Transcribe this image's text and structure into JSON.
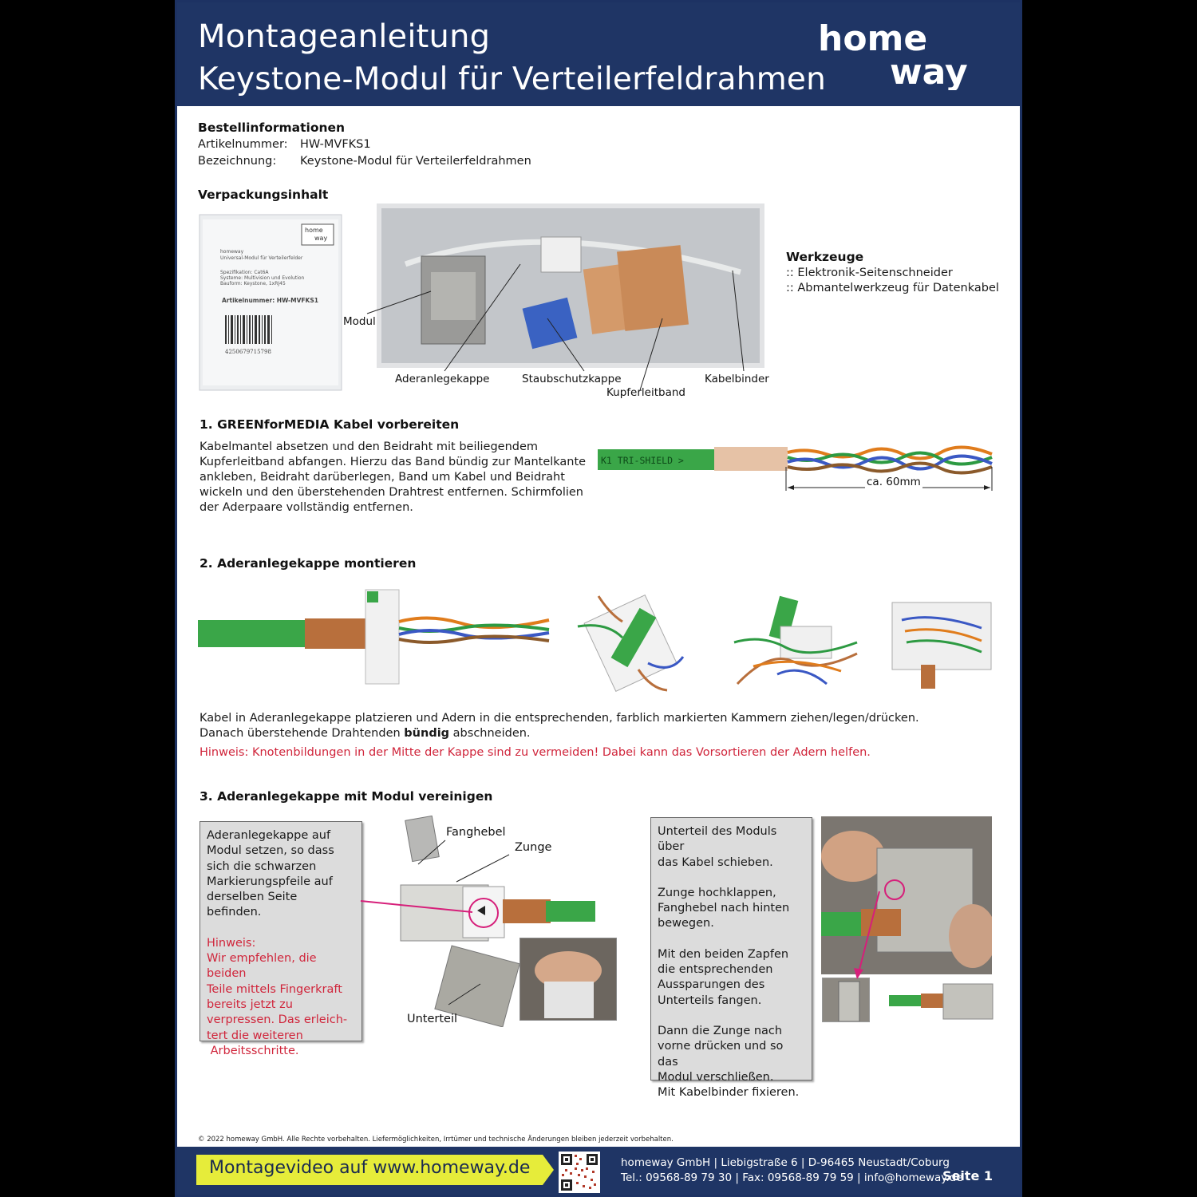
{
  "header": {
    "title_line1": "Montageanleitung",
    "title_line2": "Keystone-Modul für Verteilerfeldrahmen",
    "logo_text_top": "home",
    "logo_text_bottom": "way"
  },
  "order": {
    "heading": "Bestellinformationen",
    "article_label": "Artikelnummer:",
    "article_value": "HW-MVFKS1",
    "designation_label": "Bezeichnung:",
    "designation_value": "Keystone-Modul für Verteilerfeldrahmen"
  },
  "package": {
    "heading": "Verpackungsinhalt",
    "bag": {
      "logo_top": "home",
      "logo_bottom": "way",
      "line1": "homeway",
      "line2": "Universal-Modul für Verteilerfelder",
      "line3": "Spezifikation: Cat6A",
      "line4": "Systeme: Multivision und Evolution",
      "line5": "Bauform: Keystone, 1xRJ45",
      "article": "Artikelnummer: HW-MVFKS1",
      "barcode_number": "4250679715798"
    },
    "labels": {
      "modul": "Modul",
      "aderanlegekappe": "Aderanlegekappe",
      "staubschutzkappe": "Staubschutzkappe",
      "kupferleitband": "Kupferleitband",
      "kabelbinder": "Kabelbinder"
    }
  },
  "tools": {
    "heading": "Werkzeuge",
    "items": [
      ":: Elektronik-Seitenschneider",
      ":: Abmantelwerkzeug für Datenkabel"
    ]
  },
  "step1": {
    "heading": "1. GREENforMEDIA Kabel vorbereiten",
    "lines": [
      "Kabelmantel absetzen und den Beidraht mit beiliegendem",
      "Kupferleitband abfangen. Hierzu das Band bündig zur Mantelkante",
      "ankleben, Beidraht darüberlegen, Band um Kabel und Beidraht",
      "wickeln und den überstehenden Drahtrest entfernen. Schirmfolien",
      "der Aderpaare vollständig entfernen."
    ],
    "cable_print": "K1 TRI-SHIELD >",
    "dimension": "ca. 60mm"
  },
  "step2": {
    "heading": "2. Aderanlegekappe montieren",
    "line1": "Kabel in Aderanlegekappe platzieren und Adern in die entsprechenden, farblich markierten Kammern ziehen/legen/drücken.",
    "line2_pre": "Danach überstehende Drahtenden ",
    "line2_bold": "bündig",
    "line2_post": " abschneiden.",
    "note": "Hinweis: Knotenbildungen in der Mitte der Kappe sind zu vermeiden! Dabei kann das Vorsortieren der Adern helfen."
  },
  "step3": {
    "heading": "3. Aderanlegekappe mit Modul vereinigen",
    "box1_lines": [
      "Aderanlegekappe auf",
      "Modul setzen, so dass",
      "sich die schwarzen",
      "Markierungspfeile auf",
      "derselben Seite befinden."
    ],
    "box1_note_lines": [
      "Hinweis:",
      "Wir empfehlen, die beiden",
      "Teile mittels Fingerkraft",
      "bereits jetzt zu",
      "verpressen. Das erleich-",
      "tert die weiteren",
      " Arbeitsschritte."
    ],
    "labels": {
      "fanghebel": "Fanghebel",
      "zunge": "Zunge",
      "unterteil": "Unterteil"
    },
    "box2_lines": [
      "Unterteil des Moduls über",
      "das Kabel schieben.",
      "",
      "Zunge hochklappen,",
      "Fanghebel nach hinten",
      "bewegen.",
      "",
      "Mit den beiden Zapfen",
      "die entsprechenden",
      "Aussparungen des",
      "Unterteils fangen.",
      "",
      "Dann die Zunge nach",
      "vorne drücken und so das",
      "Modul verschließen.",
      "Mit Kabelbinder fixieren."
    ]
  },
  "copyright": "© 2022 homeway GmbH. Alle Rechte vorbehalten. Liefermöglichkeiten, Irrtümer und technische Änderungen bleiben jederzeit vorbehalten.",
  "footer": {
    "video": "Montagevideo auf www.homeway.de",
    "company_line1": "homeway GmbH | Liebigstraße 6 | D-96465 Neustadt/Coburg",
    "company_line2": "Tel.: 09568-89 79 30 | Fax: 09568-89 79 59 | info@homeway.de",
    "page": "Seite 1"
  },
  "colors": {
    "navy": "#1f3565",
    "accent_red": "#d0253b",
    "banner_yellow": "#e6ec3a",
    "cable_green": "#3aa648",
    "copper": "#c07a4a"
  }
}
